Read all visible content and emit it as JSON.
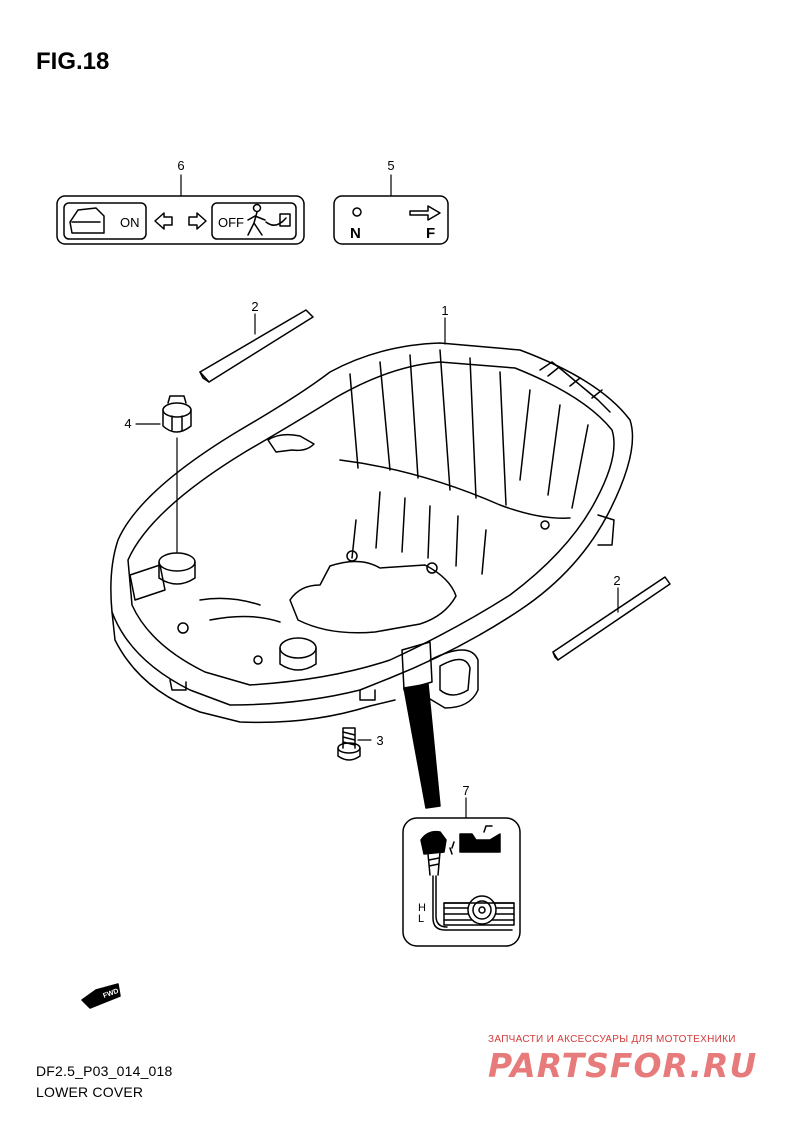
{
  "figure_title": "FIG.18",
  "callouts": {
    "c1": "1",
    "c2a": "2",
    "c2b": "2",
    "c3": "3",
    "c4": "4",
    "c5": "5",
    "c6": "6",
    "c7": "7"
  },
  "decal_6": {
    "on": "ON",
    "off": "OFF"
  },
  "decal_5": {
    "n": "N",
    "f": "F"
  },
  "decal_7": {
    "h": "H",
    "l": "L"
  },
  "fwd_label": "FWD",
  "footer": {
    "model_code": "DF2.5_P03_014_018",
    "part_name": "LOWER COVER"
  },
  "watermark": {
    "tagline": "ЗАПЧАСТИ И АКСЕССУАРЫ ДЛЯ МОТОТЕХНИКИ",
    "logo": "PARTSFOR.RU"
  }
}
